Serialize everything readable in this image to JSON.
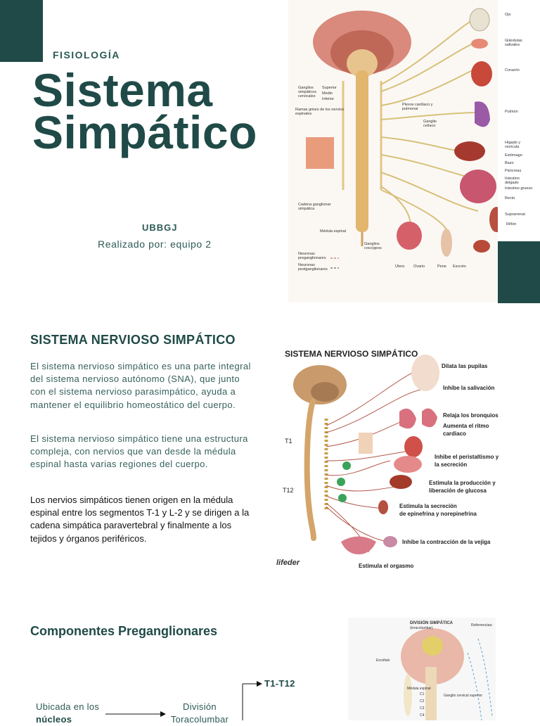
{
  "header": {
    "eyebrow": "FISIOLOGÍA",
    "title_line1": "Sistema",
    "title_line2": "Simpático",
    "org": "UBBGJ",
    "author": "Realizado por: equipo 2"
  },
  "figure1": {
    "labels": [
      "Ojo",
      "Glándulas salivales",
      "Corazón",
      "Pulmón",
      "Hígado y vesícula",
      "Estómago",
      "Bazo",
      "Páncreas",
      "Intestino delgado",
      "Intestino grueso",
      "Recto",
      "Suprarrenal",
      "Riñón",
      "Útero",
      "Ovario",
      "Pene",
      "Escroto",
      "Ganglios simpáticos cervicales",
      "Superior",
      "Medio",
      "Inferior",
      "Ramas grises de los nervios espinales",
      "Cadena ganglionar simpática",
      "Médula espinal",
      "Ganglios coccígeos",
      "Neuronas preganglionares",
      "Neuronas postganglionares",
      "Plexos cardíaco y pulmonar",
      "Ganglio celíaco"
    ]
  },
  "section2": {
    "heading": "SISTEMA NERVIOSO SIMPÁTICO",
    "p1": "El sistema nervioso simpático es una parte integral del sistema nervioso autónomo (SNA), que junto con el sistema nervioso parasimpático, ayuda a mantener el equilibrio homeostático del cuerpo.",
    "p2": "El sistema nervioso simpático tiene una estructura compleja, con nervios que van desde la médula espinal hasta varias regiones del cuerpo.",
    "p3": "Los nervios simpáticos tienen origen en la médula espinal entre los segmentos T-1 y L-2 y se dirigen a la cadena simpática paravertebral y finalmente a los tejidos y órganos periféricos."
  },
  "figure2": {
    "title": "SISTEMA NERVIOSO SIMPÁTICO",
    "t1": "T1",
    "t12": "T12",
    "brand": "lifeder",
    "effects": [
      "Dilata las pupilas",
      "Inhibe la salivación",
      "Relaja los bronquios",
      "Aumenta el ritmo",
      "cardiaco",
      "Inhibe el peristaltismo y",
      "la secreción",
      "Estimula la producción y",
      "liberación de glucosa",
      "Estimula la secreción",
      "de epinefrina y norepinefrina",
      "Inhibe la contracción de la vejiga",
      "Estimula el orgasmo"
    ]
  },
  "section3": {
    "heading": "Componentes Preganglionares",
    "flow_a1": "Ubicada en los",
    "flow_a2": "núcleos",
    "flow_b1": "División",
    "flow_b2": "Toracolumbar",
    "flow_t": "T1-T12"
  },
  "figure3": {
    "title": "DIVISIÓN SIMPÁTICA",
    "subtitle": "(toracolumbar)",
    "refs": "Referencias:",
    "labels": [
      "Encéfalo",
      "Médula espinal",
      "Ganglio cervical superior",
      "C1",
      "C2",
      "C3",
      "C4"
    ]
  },
  "colors": {
    "brand_dark": "#1f4a47",
    "text": "#2c5a55"
  }
}
